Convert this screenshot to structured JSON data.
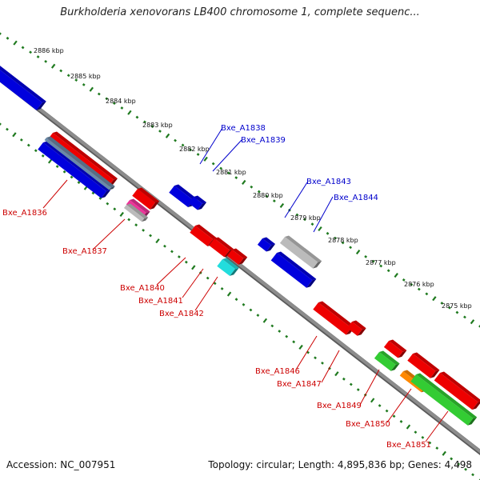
{
  "title": "Burkholderia xenovorans LB400 chromosome 1, complete sequenc...",
  "footer": {
    "accession": "Accession: NC_007951",
    "summary": "Topology: circular; Length: 4,895,836 bp; Genes: 4,498"
  },
  "colors": {
    "backbone": "#8c8c8c",
    "scale_dots": "#1f7a1f",
    "top_label": "#0000cc",
    "bottom_label": "#cc0000"
  },
  "scale_labels": [
    "2886 kbp",
    "2885 kbp",
    "2884 kbp",
    "2883 kbp",
    "2882 kbp",
    "2881 kbp",
    "2880 kbp",
    "2879 kbp",
    "2878 kbp",
    "2877 kbp",
    "2876 kbp",
    "2875 kbp"
  ],
  "gene_labels_top": [
    "Bxe_A1838",
    "Bxe_A1839",
    "Bxe_A1843",
    "Bxe_A1844"
  ],
  "gene_labels_bottom": [
    "Bxe_A1836",
    "Bxe_A1837",
    "Bxe_A1840",
    "Bxe_A1841",
    "Bxe_A1842",
    "Bxe_A1846",
    "Bxe_A1847",
    "Bxe_A1849",
    "Bxe_A1850",
    "Bxe_A1851"
  ],
  "features": [
    {
      "color": "#0000dd"
    },
    {
      "color": "#ee0000"
    },
    {
      "color": "#0000dd"
    },
    {
      "color": "#6a8aa8"
    },
    {
      "color": "#ee0000"
    },
    {
      "color": "#ee3399"
    },
    {
      "color": "#bbbbbb"
    },
    {
      "color": "#0000dd"
    },
    {
      "color": "#0000dd"
    },
    {
      "color": "#ee0000"
    },
    {
      "color": "#ee0000"
    },
    {
      "color": "#ee0000"
    },
    {
      "color": "#22dddd"
    },
    {
      "color": "#0000dd"
    },
    {
      "color": "#bbbbbb"
    },
    {
      "color": "#0000dd"
    },
    {
      "color": "#ee0000"
    },
    {
      "color": "#ee0000"
    },
    {
      "color": "#ee0000"
    },
    {
      "color": "#33cc33"
    },
    {
      "color": "#ee0000"
    },
    {
      "color": "#ee0000"
    },
    {
      "color": "#ff8800"
    },
    {
      "color": "#33cc33"
    }
  ]
}
